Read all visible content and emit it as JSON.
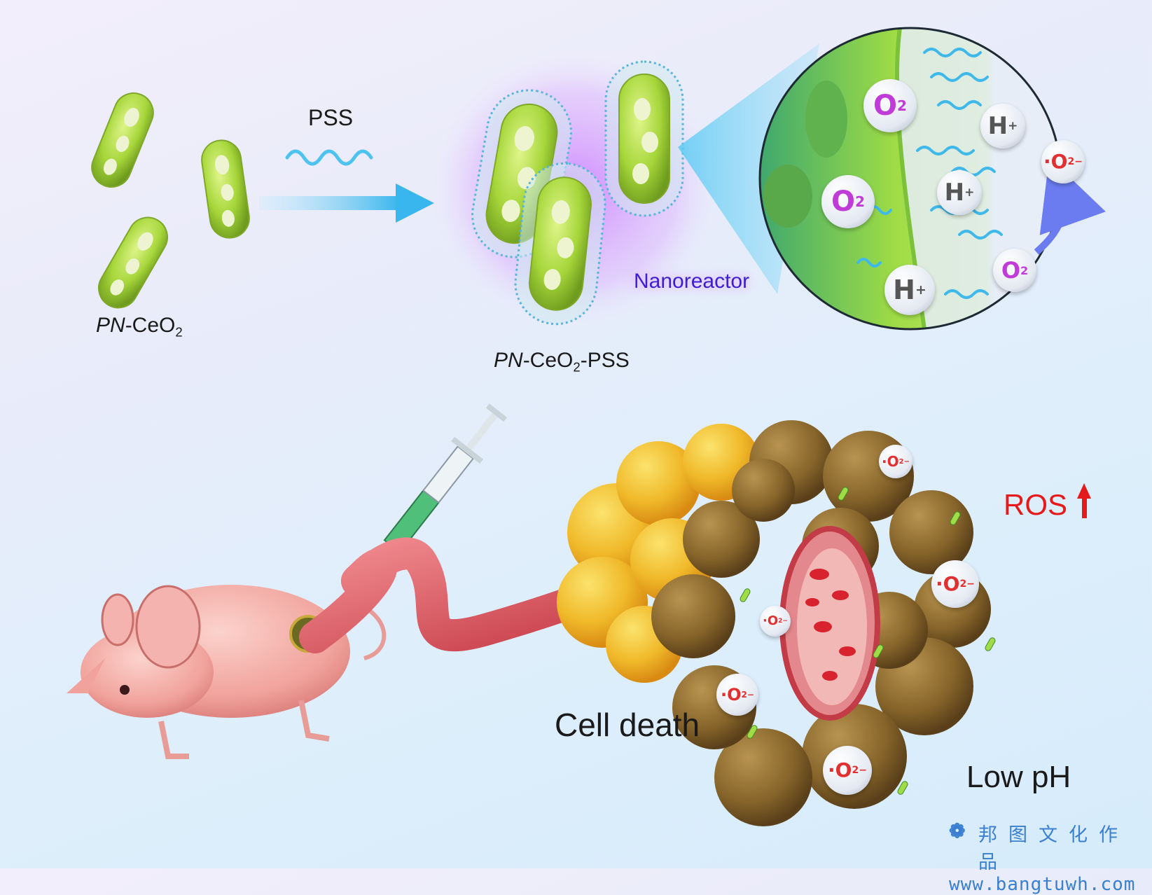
{
  "labels": {
    "pss": "PSS",
    "pn_ceo2": {
      "italic": "PN",
      "main": "-CeO",
      "sub": "2",
      "tail": ""
    },
    "pn_ceo2_pss": {
      "italic": "PN",
      "main": "-CeO",
      "sub": "2",
      "tail": "-PSS"
    },
    "nanoreactor": "Nanoreactor",
    "ros": "ROS",
    "cell_death": "Cell death",
    "low_ph": "Low pH"
  },
  "zoom_molecules": [
    {
      "base": "O",
      "sub": "2",
      "sup": "",
      "color": "#c03bd8"
    },
    {
      "base": "H",
      "sub": "",
      "sup": "+",
      "color": "#555555"
    },
    {
      "base": "O",
      "sub": "2",
      "sup": "",
      "color": "#c03bd8"
    },
    {
      "base": "H",
      "sub": "",
      "sup": "+",
      "color": "#555555"
    },
    {
      "base": "H",
      "sub": "",
      "sup": "+",
      "color": "#555555"
    },
    {
      "base": "O",
      "sub": "2",
      "sup": "",
      "color": "#c03bd8"
    },
    {
      "base": "·O",
      "sub": "2",
      "sup": "−",
      "color": "#e23030"
    }
  ],
  "tumor_radicals": {
    "base": "·O",
    "sub": "2",
    "sup": "−",
    "color": "#e23030"
  },
  "watermark": {
    "chinese": "邦图文化作品",
    "url": "www.bangtuwh.com"
  },
  "colors": {
    "rod_green": "#a6d63a",
    "pss_blue": "#4fc3ef",
    "arrow_blue": "#5ec8f2",
    "nanoreactor_glow": "#c86bff",
    "ros_red": "#e51b1b",
    "vessel_red": "#d9525e",
    "tumor_brown": "#8b6a2e",
    "tumor_yellow": "#f0b92a",
    "mouse_pink": "#f3a3a0"
  }
}
